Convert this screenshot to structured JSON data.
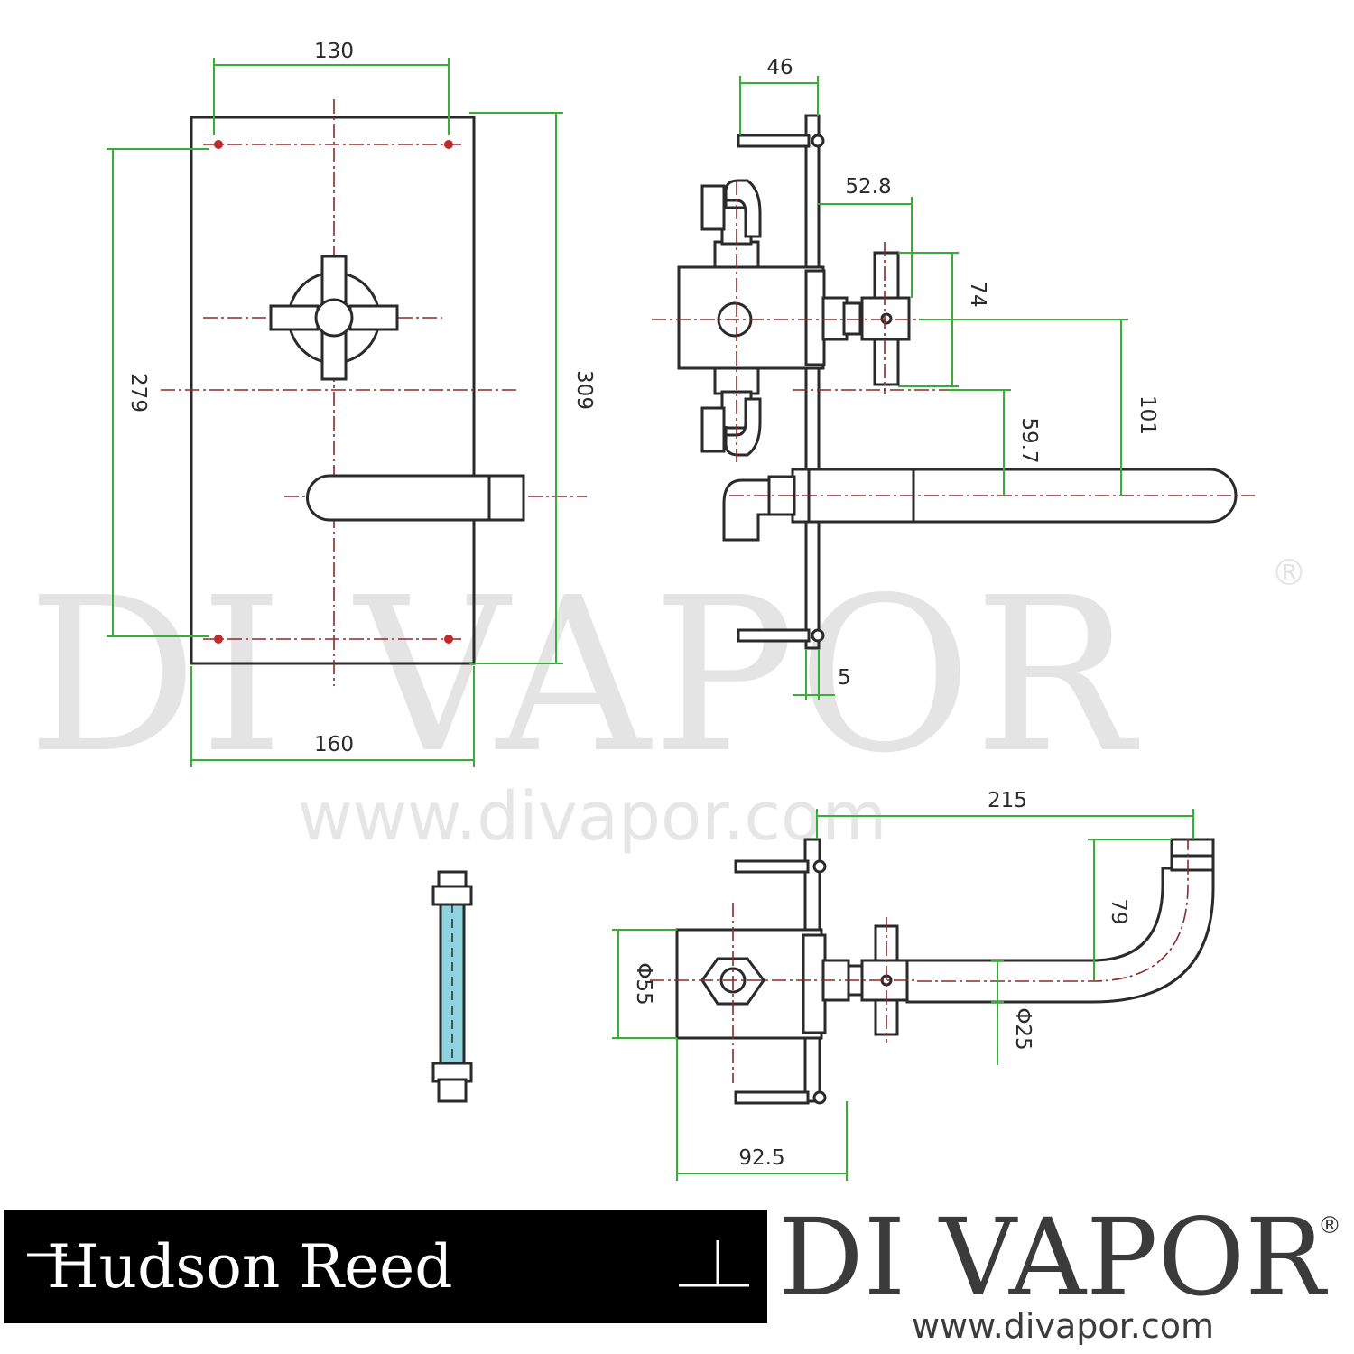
{
  "dimensions": {
    "front": {
      "top_hole_spacing": "130",
      "hole_height": "279",
      "plate_height": "309",
      "plate_width": "160"
    },
    "side": {
      "depth_top": "46",
      "handle_offset": "52.8",
      "handle_height": "74",
      "spout_drop": "59.7",
      "spout_height": "101",
      "plate_thickness": "5"
    },
    "plan": {
      "spout_reach": "215",
      "outlet_height": "79",
      "body_diameter": "Φ55",
      "spout_diameter": "Φ25",
      "body_depth": "92.5"
    }
  },
  "watermark": {
    "brand": "DI VAPOR",
    "registered": "®",
    "url": "www.divapor.com"
  },
  "footer": {
    "left_logo": "Hudson Reed",
    "right_logo": "DI VAPOR",
    "right_registered": "®",
    "right_url": "www.divapor.com"
  },
  "colors": {
    "dimension_lines": "#35b034",
    "center_lines": "#8a2a2a",
    "hose": "#8fd3e0",
    "logo_band": "#000000"
  }
}
